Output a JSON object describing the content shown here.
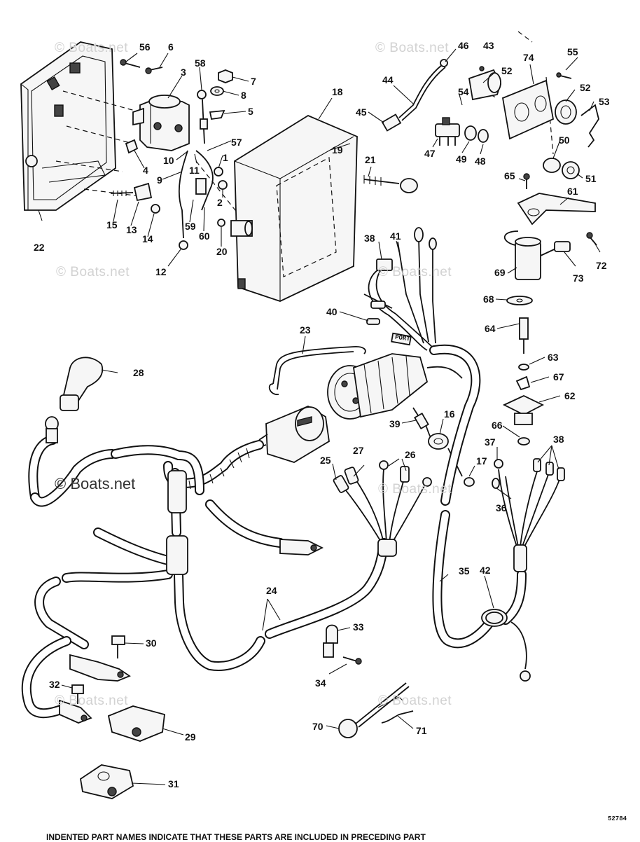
{
  "watermarks": [
    "© Boats.net",
    "© Boats.net",
    "© Boats.net",
    "© Boats.net",
    "© Boats.net",
    "© Boats.net",
    "© Boats.net"
  ],
  "watermark_strong": "© Boats.net",
  "figure_code": "52784",
  "footer_text": "INDENTED PART NAMES INDICATE THAT THESE PARTS ARE INCLUDED IN PRECEDING PART",
  "callouts": [
    "56",
    "6",
    "3",
    "58",
    "7",
    "8",
    "5",
    "57",
    "4",
    "10",
    "11",
    "1",
    "2",
    "9",
    "15",
    "13",
    "14",
    "59",
    "60",
    "20",
    "22",
    "12",
    "18",
    "19",
    "21",
    "46",
    "43",
    "44",
    "52",
    "74",
    "55",
    "52",
    "53",
    "45",
    "54",
    "47",
    "49",
    "48",
    "50",
    "51",
    "65",
    "61",
    "72",
    "69",
    "73",
    "38",
    "41",
    "40",
    "68",
    "64",
    "23",
    "63",
    "67",
    "62",
    "28",
    "39",
    "16",
    "66",
    "37",
    "38",
    "27",
    "26",
    "25",
    "17",
    "36",
    "35",
    "42",
    "24",
    "30",
    "33",
    "34",
    "32",
    "29",
    "70",
    "71",
    "31"
  ],
  "connector_tag": "PORT"
}
